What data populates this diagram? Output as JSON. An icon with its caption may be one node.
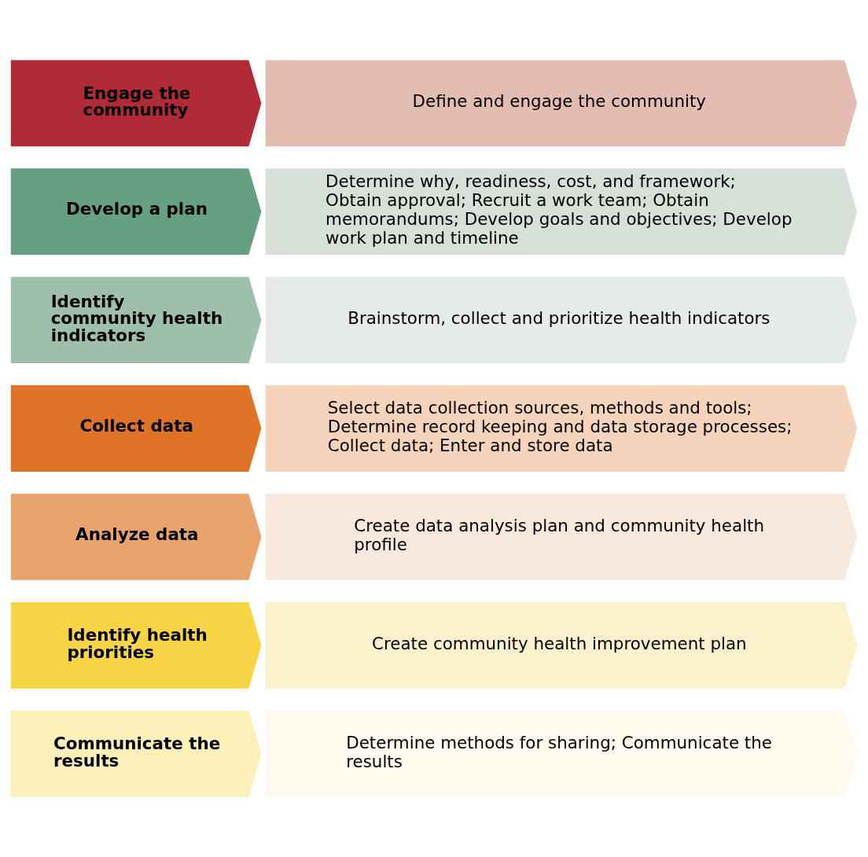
{
  "diagram": {
    "nodes": [
      {
        "text": [
          "Engage the community"
        ]
      },
      {
        "text": [
          "Define and engage the community"
        ]
      },
      {
        "text": [
          "Develop a plan"
        ]
      },
      {
        "text": [
          "Determine why, readiness, cost, and framework; Obtain approval; Recruit a work team; Obtain memorandums; Develop goals and objectives; Develop work plan and timeline"
        ]
      },
      {
        "text": [
          "Identify community health indicators"
        ]
      },
      {
        "text": [
          "Brainstorm, collect and prioritize health indicators"
        ]
      },
      {
        "text": [
          "Collect data"
        ]
      },
      {
        "text": [
          "Select data collection sources, methods and tools; Determine record keeping and data storage processes; Collect data; Enter and store data"
        ]
      },
      {
        "text": [
          "Analyze data"
        ]
      },
      {
        "text": [
          "Create data analysis plan and community health profile"
        ]
      },
      {
        "text": [
          "Identify health priorities"
        ]
      },
      {
        "text": [
          "Create community health improvement plan"
        ]
      },
      {
        "text": [
          "Communicate the results"
        ]
      },
      {
        "text": [
          "Determine methods for sharing; Communicate the results"
        ]
      }
    ]
  }
}
